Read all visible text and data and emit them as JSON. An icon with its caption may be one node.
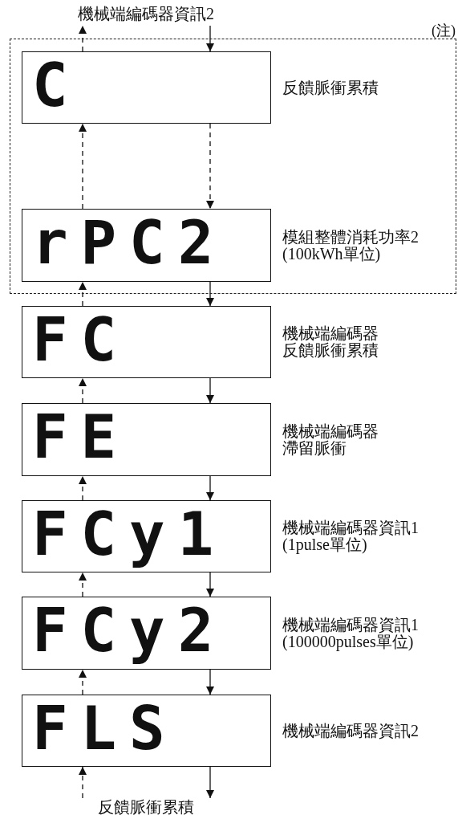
{
  "diagram": {
    "nodes": [
      {
        "text": [
          "機械端編碼器資訊2"
        ]
      },
      {
        "text": [
          "(注)"
        ]
      },
      {
        "text": [
          "C"
        ],
        "in": 1,
        "beside": [
          "反饋脈衝累積"
        ]
      },
      {
        "text": [
          "rPC2"
        ],
        "in": 1,
        "beside": [
          "模組整體消耗功率2",
          "(100kWh單位)"
        ]
      },
      {
        "text": [
          "FC"
        ],
        "beside": [
          "機械端編碼器反饋脈衝累積"
        ]
      },
      {
        "text": [
          "FE"
        ],
        "beside": [
          "機械端編碼器滯留脈衝"
        ]
      },
      {
        "text": [
          "FCy1"
        ],
        "beside": [
          "機械端編碼器資訊1",
          "(1pulse單位)"
        ]
      },
      {
        "text": [
          "FCy2"
        ],
        "beside": [
          "機械端編碼器資訊1",
          "(100000pulses單位)"
        ]
      },
      {
        "text": [
          "FLS"
        ],
        "beside": [
          "機械端編碼器資訊2"
        ]
      },
      {
        "text": [
          "反饋脈衝累積"
        ]
      }
    ],
    "edges": [
      {
        "from": 0,
        "to": 2,
        "arrow": "to"
      },
      {
        "from": 2,
        "to": 0,
        "arrow": "to",
        "style": "dashed"
      },
      {
        "from": 2,
        "to": 3,
        "arrow": "to",
        "style": "dashed"
      },
      {
        "from": 3,
        "to": 2,
        "arrow": "to",
        "style": "dashed"
      },
      {
        "from": 3,
        "to": 4,
        "arrow": "to"
      },
      {
        "from": 4,
        "to": 3,
        "arrow": "to",
        "style": "dashed"
      },
      {
        "from": 4,
        "to": 5,
        "arrow": "to"
      },
      {
        "from": 5,
        "to": 4,
        "arrow": "to",
        "style": "dashed"
      },
      {
        "from": 5,
        "to": 6,
        "arrow": "to"
      },
      {
        "from": 6,
        "to": 5,
        "arrow": "to",
        "style": "dashed"
      },
      {
        "from": 6,
        "to": 7,
        "arrow": "to"
      },
      {
        "from": 7,
        "to": 6,
        "arrow": "to",
        "style": "dashed"
      },
      {
        "from": 7,
        "to": 8,
        "arrow": "to"
      },
      {
        "from": 8,
        "to": 7,
        "arrow": "to",
        "style": "dashed"
      },
      {
        "from": 8,
        "to": 9,
        "arrow": "to"
      },
      {
        "from": 9,
        "to": 8,
        "arrow": "to",
        "style": "dashed"
      }
    ]
  }
}
